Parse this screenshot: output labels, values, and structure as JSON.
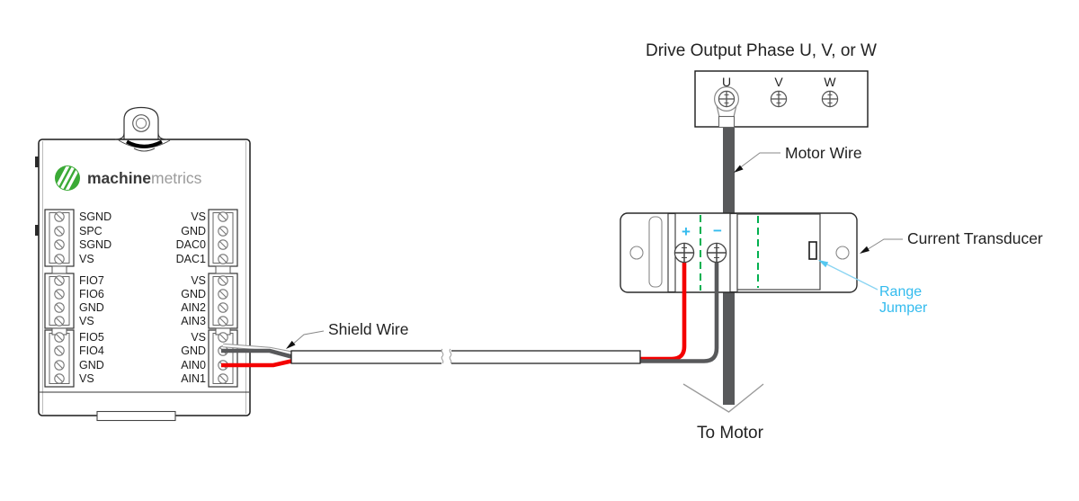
{
  "diagram_title": "Drive Output Phase U, V, or W",
  "brand": {
    "name_bold": "machine",
    "name_light": "metrics"
  },
  "daq_device": {
    "left_terminal_groups": [
      [
        "SGND",
        "SPC",
        "SGND",
        "VS"
      ],
      [
        "FIO7",
        "FIO6",
        "GND",
        "VS"
      ],
      [
        "FIO5",
        "FIO4",
        "GND",
        "VS"
      ]
    ],
    "right_terminal_groups": [
      [
        "VS",
        "GND",
        "DAC0",
        "DAC1"
      ],
      [
        "VS",
        "GND",
        "AIN2",
        "AIN3"
      ],
      [
        "VS",
        "GND",
        "AIN0",
        "AIN1"
      ]
    ]
  },
  "drive_terminal_block": {
    "phases": [
      "U",
      "V",
      "W"
    ]
  },
  "transducer": {
    "plus_symbol": "+",
    "minus_symbol": "−"
  },
  "annotations": {
    "motor_wire": "Motor Wire",
    "current_transducer": "Current Transducer",
    "range_jumper_line1": "Range",
    "range_jumper_line2": "Jumper",
    "shield_wire": "Shield Wire",
    "to_motor": "To Motor"
  },
  "colors": {
    "brand_green": "#3BAA36",
    "wire_red": "#F40000",
    "wire_gray": "#58595B",
    "annotation_cyan": "#33BBEE",
    "aperture_green": "#00B050"
  }
}
